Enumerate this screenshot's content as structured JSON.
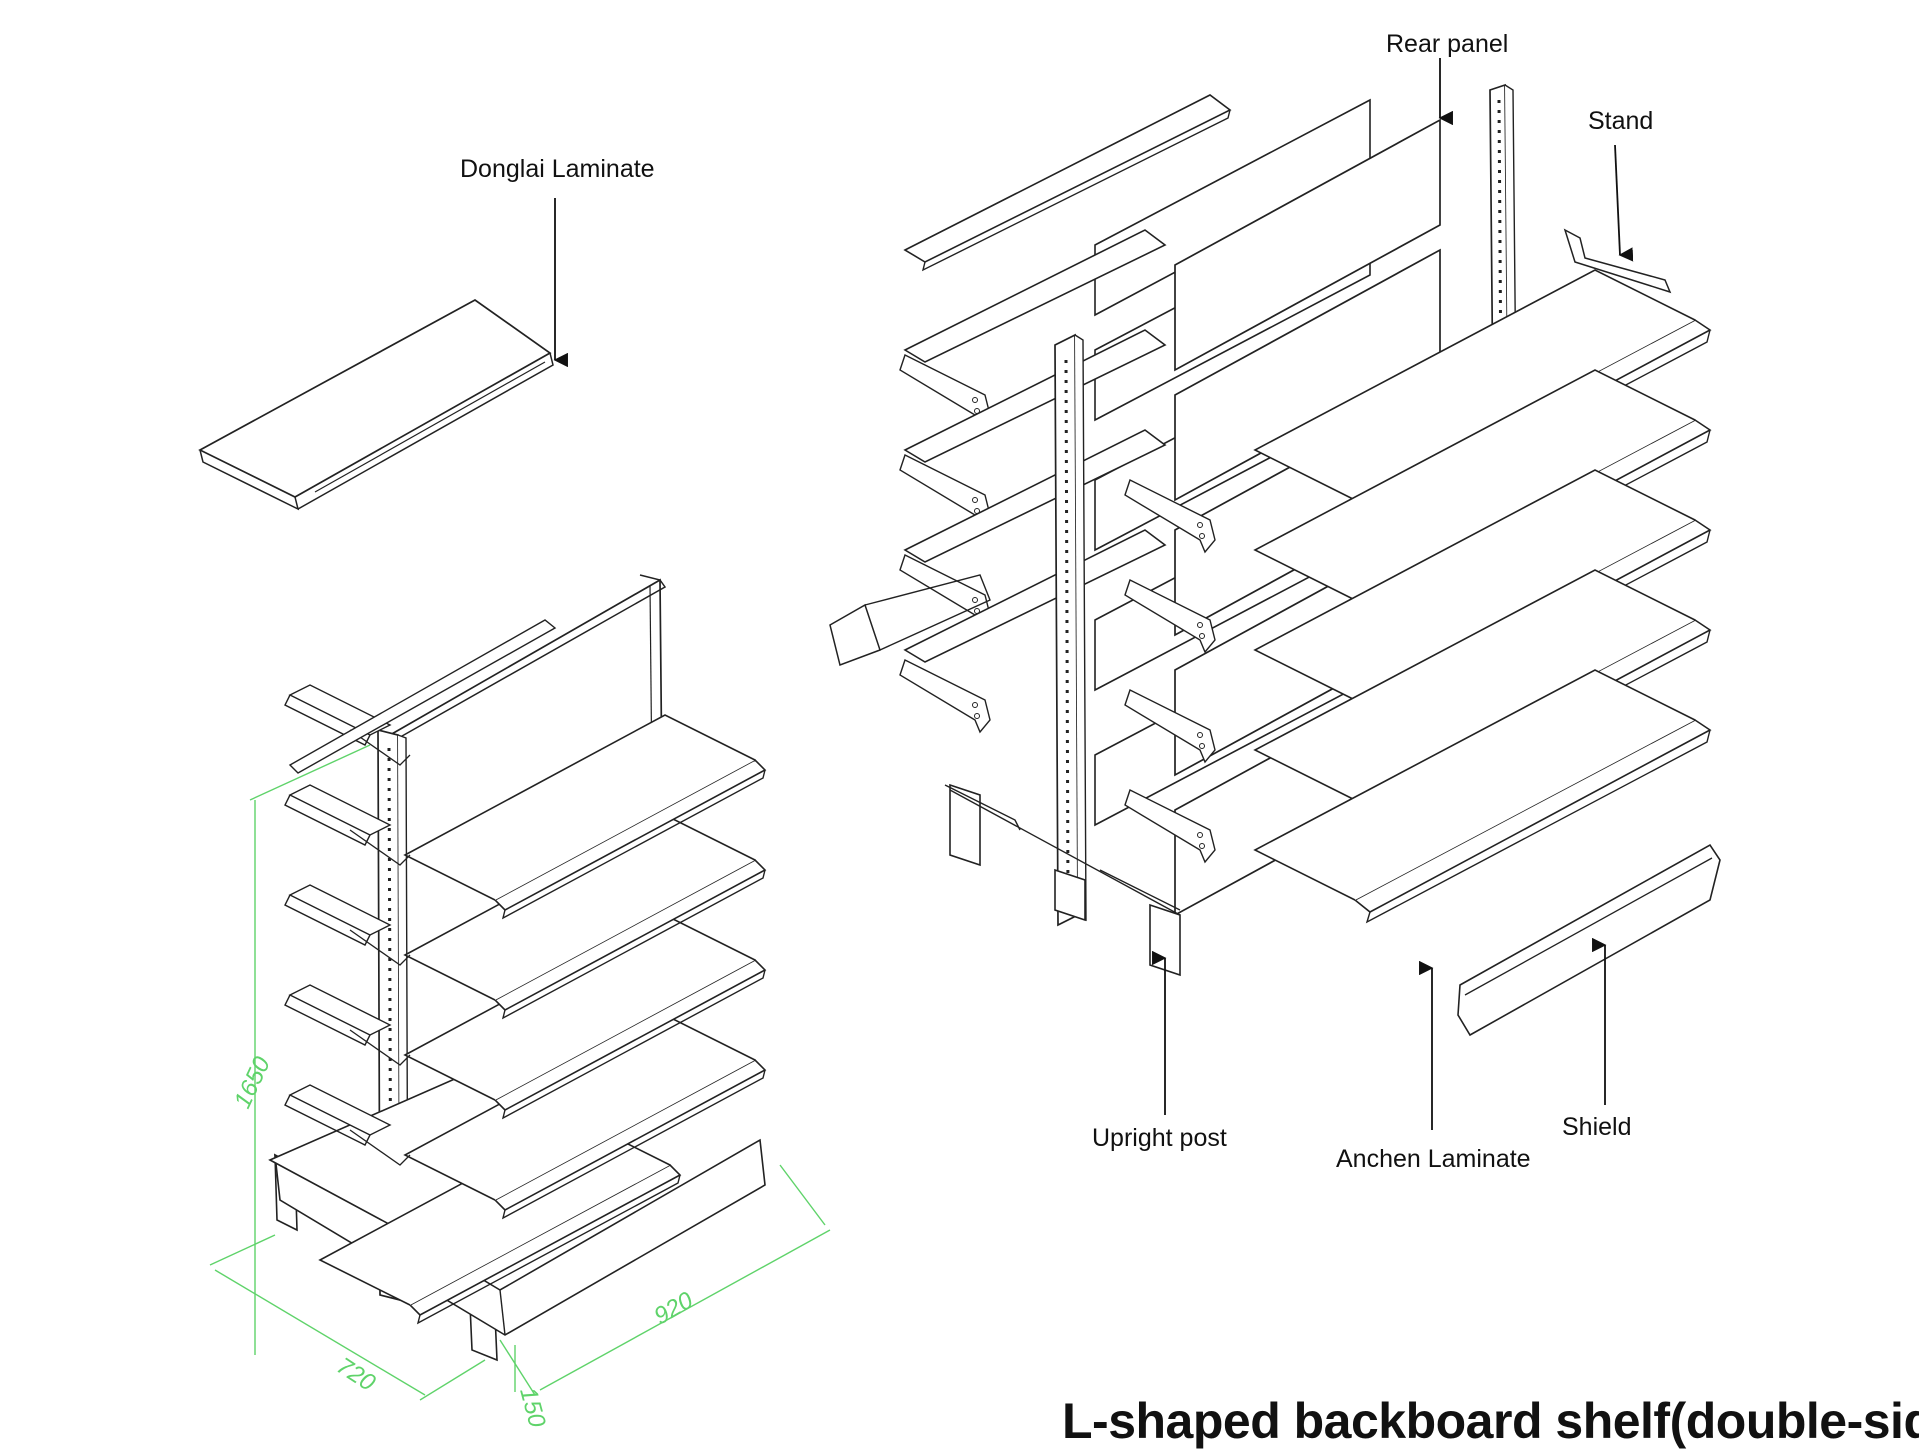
{
  "title": "L-shaped backboard  shelf(double-sided)",
  "labels": {
    "donglai": "Donglai Laminate",
    "rear_panel": "Rear panel",
    "stand": "Stand",
    "upright_post": "Upright post",
    "anchen": "Anchen Laminate",
    "shield": "Shield"
  },
  "dimensions": {
    "height": "1650",
    "depth": "720",
    "width": "920",
    "base": "150"
  },
  "colors": {
    "line": "#222222",
    "dimension": "#5fd36a"
  }
}
